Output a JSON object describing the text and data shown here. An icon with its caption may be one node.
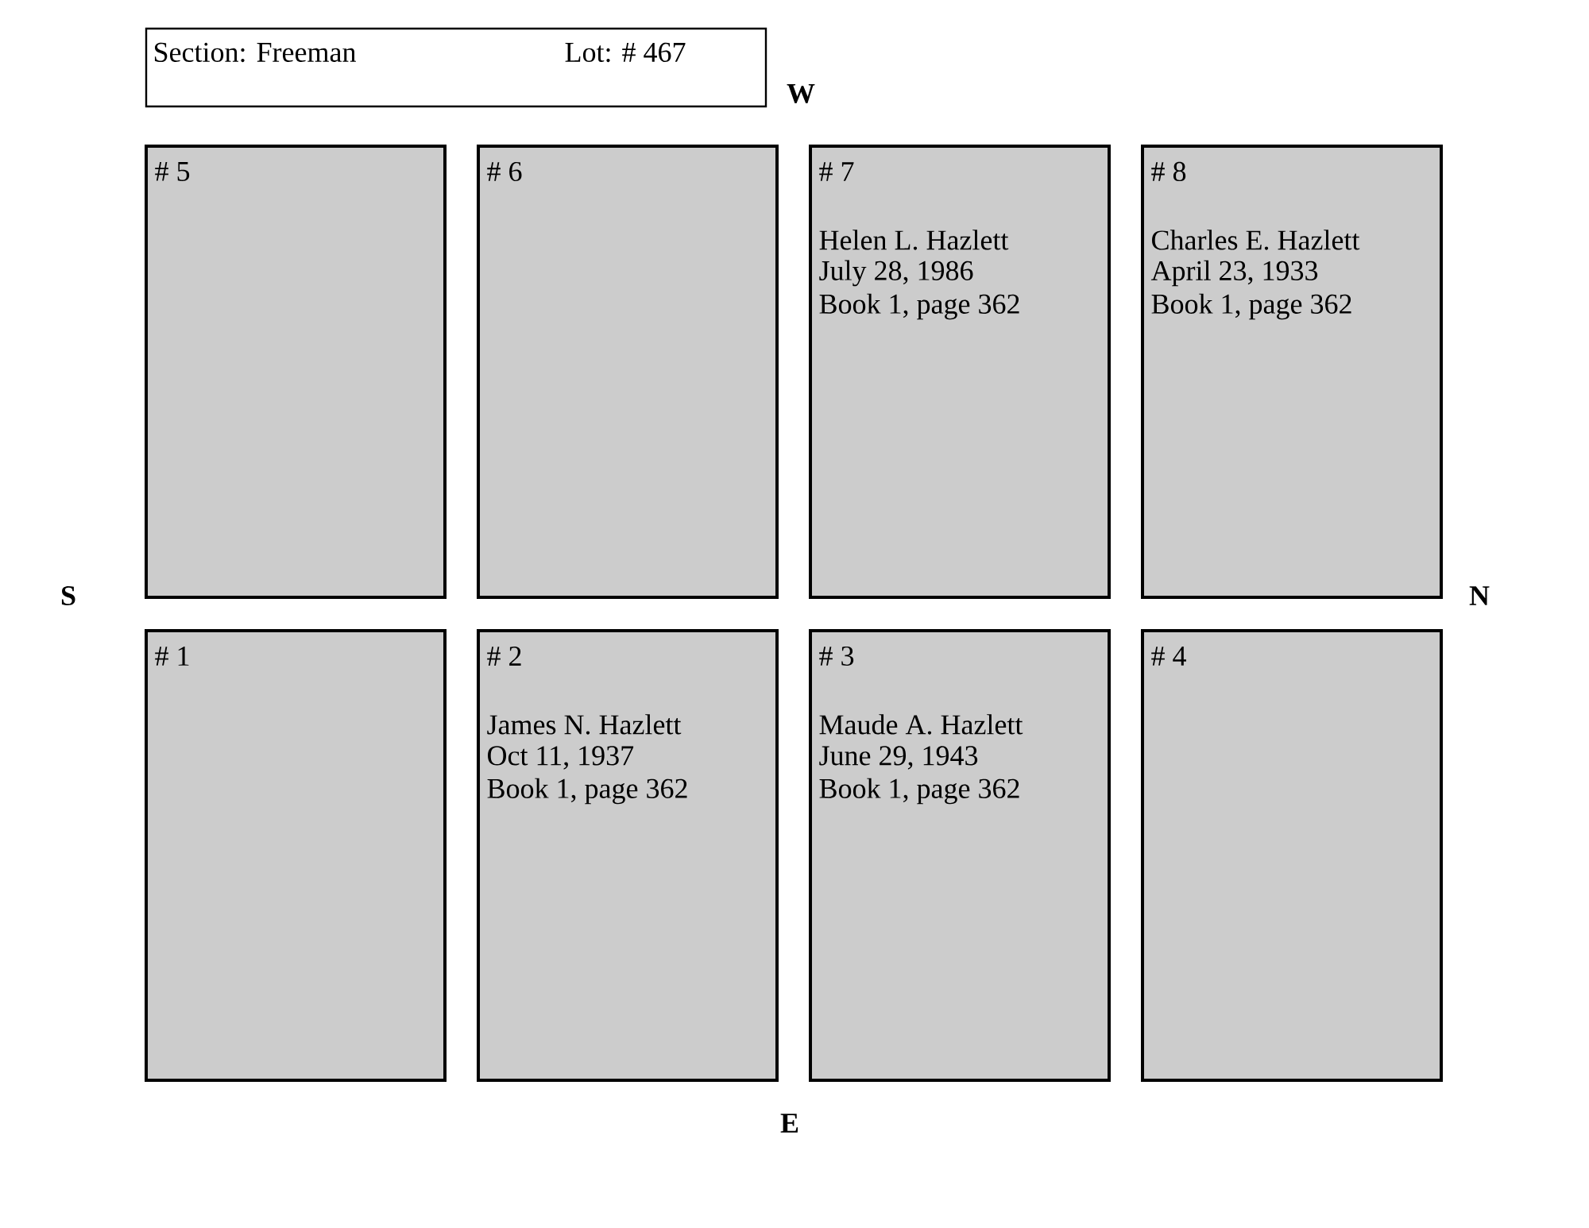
{
  "diagram": {
    "nodes": [
      {
        "text": [
          "Section: Freeman",
          "Lot: # 467"
        ]
      },
      {
        "text": [
          "# 5"
        ]
      },
      {
        "text": [
          "# 6"
        ]
      },
      {
        "text": [
          "# 7",
          "Helen L. Hazlett",
          "July 28, 1986",
          "Book 1, page 362"
        ]
      },
      {
        "text": [
          "# 8",
          "Charles E. Hazlett",
          "April 23, 1933",
          "Book 1, page 362"
        ]
      },
      {
        "text": [
          "# 1"
        ]
      },
      {
        "text": [
          "# 2",
          "James N. Hazlett",
          "Oct 11, 1937",
          "Book 1, page 362"
        ]
      },
      {
        "text": [
          "# 3",
          "Maude A. Hazlett",
          "June 29, 1943",
          "Book 1, page 362"
        ]
      },
      {
        "text": [
          "# 4"
        ]
      }
    ],
    "labels": [
      "W",
      "S",
      "N",
      "E"
    ]
  }
}
